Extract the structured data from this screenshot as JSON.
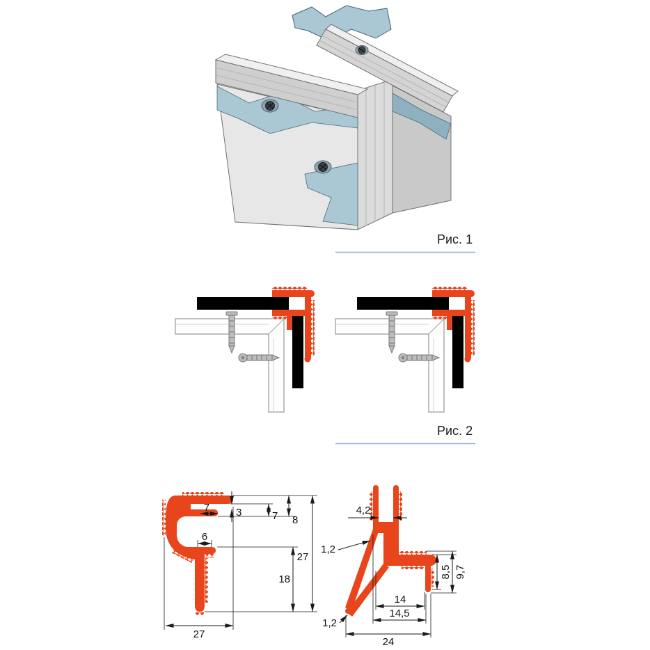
{
  "page": {
    "background": "#ffffff"
  },
  "captions": {
    "figure1": "Рис. 1",
    "figure2": "Рис. 2"
  },
  "left_profile_dims": {
    "top_width": "7",
    "slot_gap": "3",
    "arm_height": "7",
    "step_height": "8",
    "inner_lip": "6",
    "leg_length": "18",
    "total_height": "27",
    "total_width": "27"
  },
  "right_profile_dims": {
    "slot_width": "4,2",
    "wall_upper": "1,2",
    "end_inner": "8,5",
    "end_outer": "9,7",
    "bottom_inner": "14",
    "wall_lower": "1,2",
    "bottom_mid": "14,5",
    "bottom_total": "24"
  },
  "colors": {
    "profile_red": "#e8451c",
    "panel_blue": "#aac7d4",
    "metal_gray": "#d6d6d6",
    "underline_blue": "#94a9d6"
  }
}
